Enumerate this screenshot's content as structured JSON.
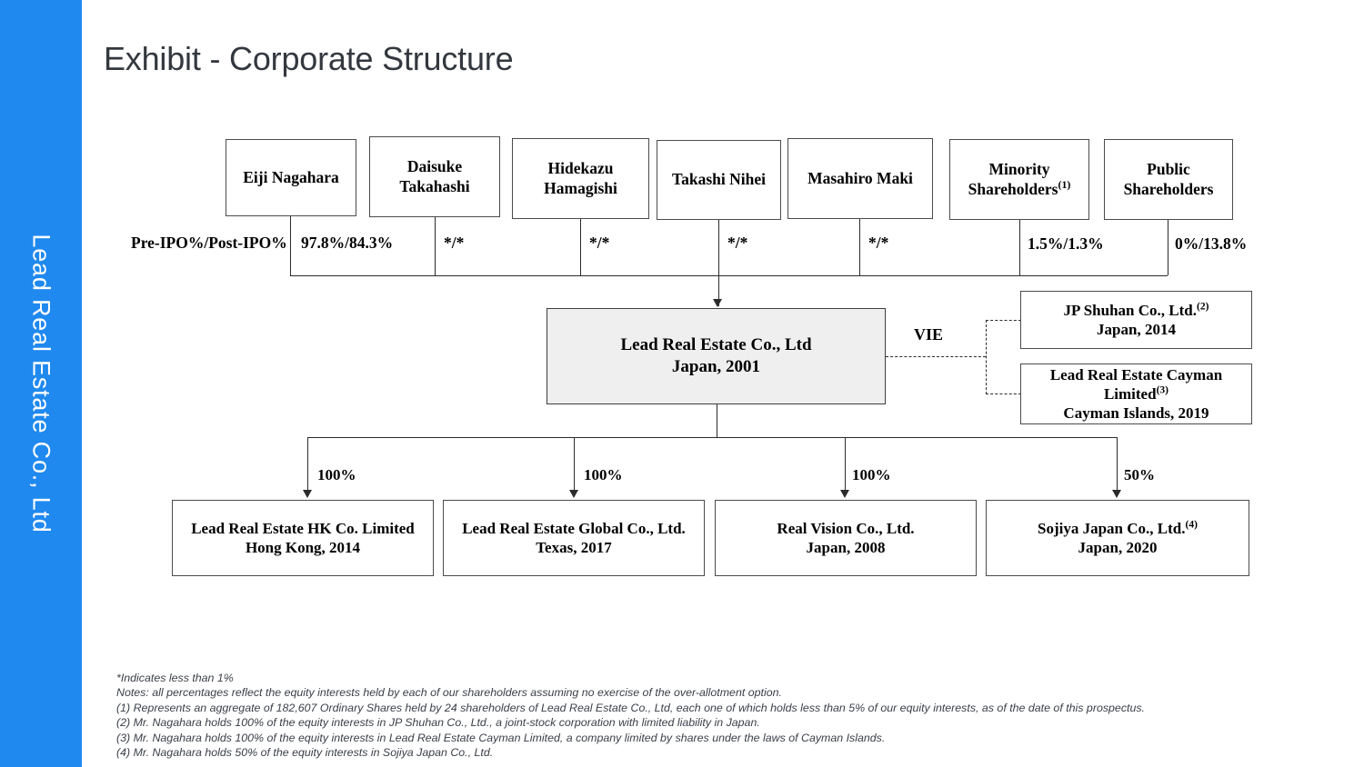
{
  "sidebar": {
    "label": "Lead Real Estate Co., Ltd",
    "color": "#2089ef"
  },
  "header": {
    "title": "Exhibit - Corporate Structure"
  },
  "diagram": {
    "pct_row_label": "Pre-IPO%/Post-IPO%",
    "vie_label": "VIE",
    "shareholders": [
      {
        "name_line1": "Eiji Nagahara",
        "name_line2": "",
        "pct": "97.8%/84.3%"
      },
      {
        "name_line1": "Daisuke",
        "name_line2": "Takahashi",
        "pct": "*/*"
      },
      {
        "name_line1": "Hidekazu",
        "name_line2": "Hamagishi",
        "pct": "*/*"
      },
      {
        "name_line1": "Takashi Nihei",
        "name_line2": "",
        "pct": "*/*"
      },
      {
        "name_line1": "Masahiro Maki",
        "name_line2": "",
        "pct": "*/*"
      },
      {
        "name_line1": "Minority",
        "name_line2": "Shareholders",
        "sup": "(1)",
        "pct": "1.5%/1.3%"
      },
      {
        "name_line1": "Public",
        "name_line2": "Shareholders",
        "pct": "0%/13.8%"
      }
    ],
    "company": {
      "name": "Lead Real Estate Co., Ltd",
      "location": "Japan, 2001"
    },
    "vie_entities": [
      {
        "name": "JP Shuhan Co., Ltd.",
        "sup": "(2)",
        "line2": "",
        "location": "Japan, 2014"
      },
      {
        "name": "Lead Real Estate Cayman",
        "line2": "Limited",
        "sup": "(3)",
        "location": "Cayman Islands, 2019"
      }
    ],
    "subsidiaries": [
      {
        "name": "Lead Real Estate HK Co. Limited",
        "location": "Hong Kong, 2014",
        "ownership": "100%"
      },
      {
        "name": "Lead Real Estate Global Co., Ltd.",
        "location": "Texas, 2017",
        "ownership": "100%"
      },
      {
        "name": "Real Vision Co., Ltd.",
        "location": "Japan, 2008",
        "ownership": "100%"
      },
      {
        "name": "Sojiya Japan Co., Ltd.",
        "sup": "(4)",
        "location": "Japan, 2020",
        "ownership": "50%"
      }
    ]
  },
  "footnotes": [
    "*Indicates less than 1%",
    "Notes: all percentages reflect the equity interests held by each of our shareholders assuming no exercise of the over-allotment option.",
    "(1) Represents an aggregate of 182,607 Ordinary Shares held by 24 shareholders of Lead Real Estate Co., Ltd, each one of which holds less than 5% of our equity interests, as of the date of this prospectus.",
    "(2) Mr. Nagahara holds 100% of the equity interests in JP Shuhan Co., Ltd., a joint-stock corporation with limited liability in Japan.",
    "(3) Mr. Nagahara holds 100% of the equity interests in Lead Real Estate Cayman Limited, a company limited by shares under the laws of Cayman Islands.",
    "(4) Mr. Nagahara holds 50% of the equity interests in Sojiya Japan Co., Ltd."
  ]
}
